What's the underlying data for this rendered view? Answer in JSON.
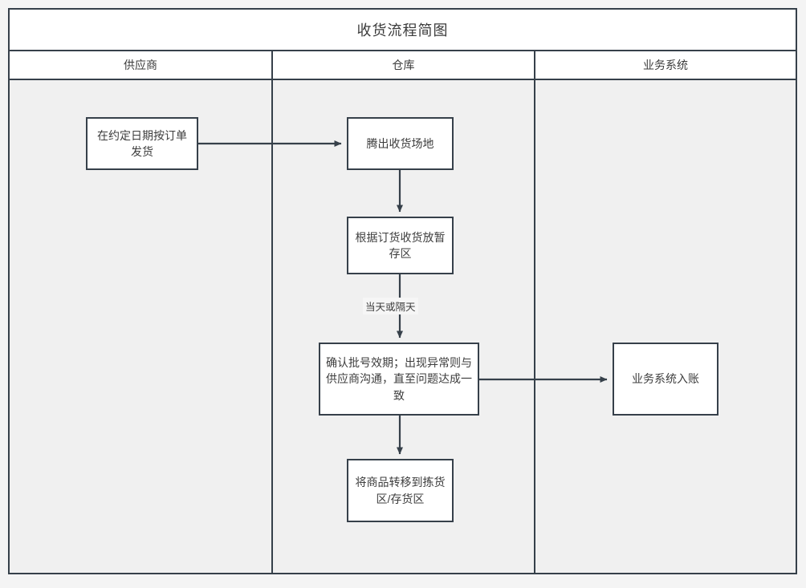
{
  "diagram": {
    "title": "收货流程简图",
    "type": "swimlane-flowchart",
    "lanes": [
      {
        "id": "supplier",
        "label": "供应商"
      },
      {
        "id": "warehouse",
        "label": "仓库"
      },
      {
        "id": "business_system",
        "label": "业务系统"
      }
    ],
    "nodes": [
      {
        "id": "n1",
        "lane": "supplier",
        "label": "在约定日期按订单发货"
      },
      {
        "id": "n2",
        "lane": "warehouse",
        "label": "腾出收货场地"
      },
      {
        "id": "n3",
        "lane": "warehouse",
        "label": "根据订货收货放暂存区"
      },
      {
        "id": "n4",
        "lane": "warehouse",
        "label": "确认批号效期；出现异常则与供应商沟通，直至问题达成一致"
      },
      {
        "id": "n5",
        "lane": "warehouse",
        "label": "将商品转移到拣货区/存货区"
      },
      {
        "id": "n6",
        "lane": "business_system",
        "label": "业务系统入账"
      }
    ],
    "edges": [
      {
        "from": "n1",
        "to": "n2",
        "label": ""
      },
      {
        "from": "n2",
        "to": "n3",
        "label": ""
      },
      {
        "from": "n3",
        "to": "n4",
        "label": "当天或隔天"
      },
      {
        "from": "n4",
        "to": "n6",
        "label": ""
      },
      {
        "from": "n4",
        "to": "n5",
        "label": ""
      }
    ],
    "colors": {
      "line": "#36404a",
      "node_fill": "#ffffff",
      "lane_fill": "#f0f0f0",
      "header_fill": "#ffffff",
      "text": "#3d3d3d",
      "canvas": "#f4f4f4"
    }
  }
}
